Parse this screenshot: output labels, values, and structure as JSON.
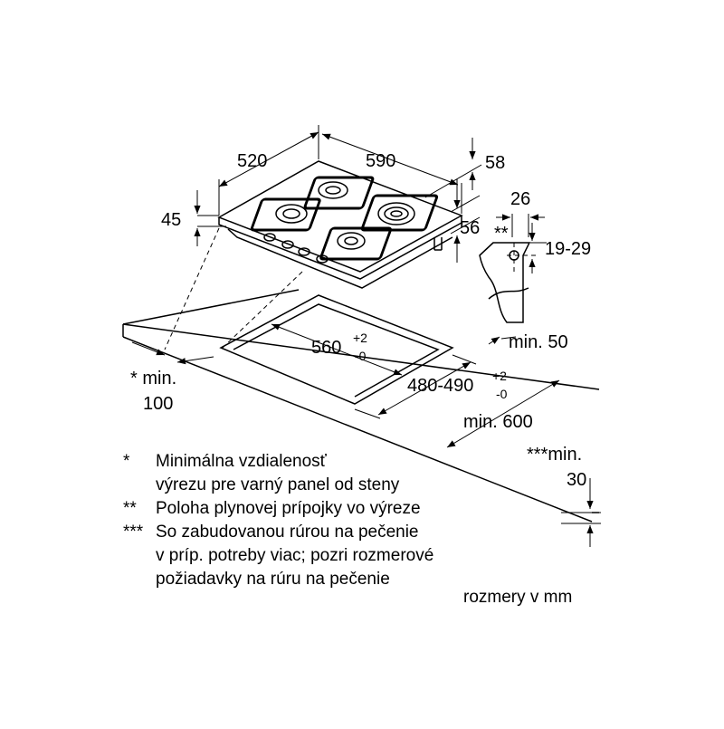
{
  "dimensions": {
    "hob_depth": "520",
    "hob_width": "590",
    "hob_height": "45",
    "edge_58": "58",
    "edge_56": "56",
    "gas_offset": "26",
    "gas_marker": "**",
    "gas_height": "19-29",
    "cutout_width": "560",
    "cutout_width_tol_plus": "+2",
    "cutout_width_tol_minus": "-0",
    "cutout_depth": "480-490",
    "cutout_depth_tol_plus": "+2",
    "cutout_depth_tol_minus": "-0",
    "min_front": "min. 50",
    "min_wall_label": "* min.",
    "min_wall_value": "100",
    "min_counter_depth": "min. 600",
    "min_below_label": "***min.",
    "min_below_value": "30"
  },
  "notes": [
    {
      "marker": "*",
      "lines": [
        "Minimálna vzdialenosť",
        "výrezu pre varný panel od steny"
      ]
    },
    {
      "marker": "**",
      "lines": [
        "Poloha plynovej prípojky vo výreze"
      ]
    },
    {
      "marker": "***",
      "lines": [
        "So zabudovanou rúrou na pečenie",
        "v príp. potreby viac; pozri rozmerové",
        "požiadavky na rúru na pečenie"
      ]
    }
  ],
  "units_note": "rozmery v mm"
}
